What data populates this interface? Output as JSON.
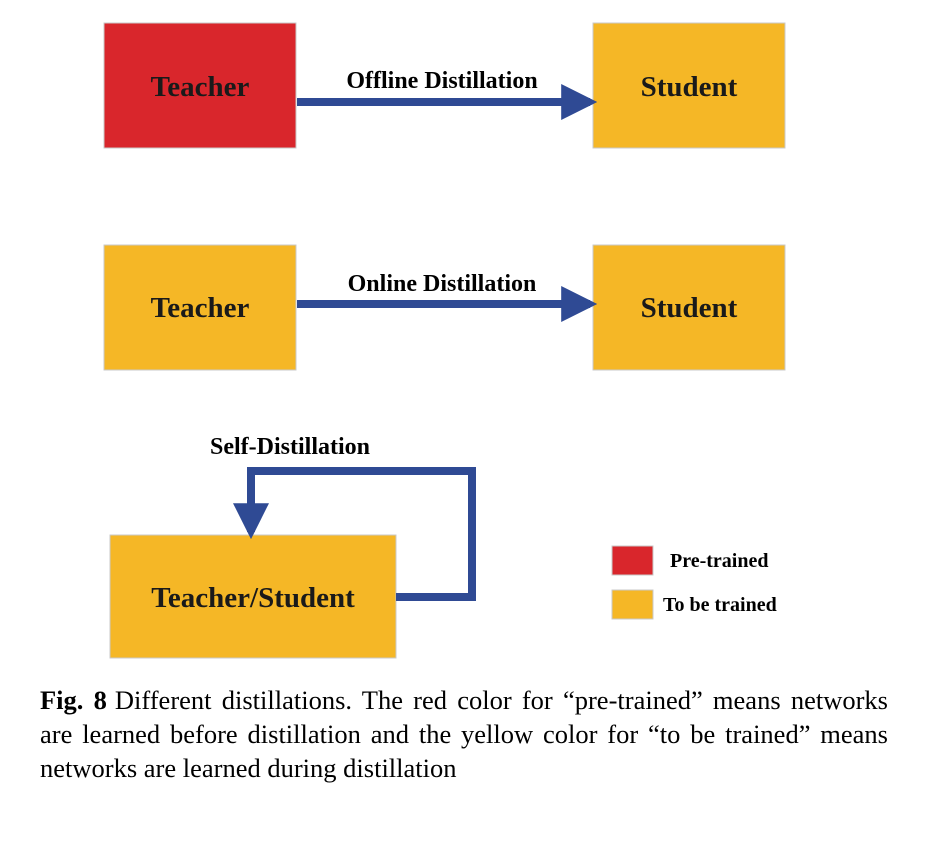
{
  "colors": {
    "pretrained": "#d9262c",
    "to_be_trained": "#f5b726",
    "arrow": "#2f4a94"
  },
  "offline": {
    "teacher_label": "Teacher",
    "student_label": "Student",
    "edge_label": "Offline Distillation"
  },
  "online": {
    "teacher_label": "Teacher",
    "student_label": "Student",
    "edge_label": "Online Distillation"
  },
  "self": {
    "node_label": "Teacher/Student",
    "edge_label": "Self-Distillation"
  },
  "legend": {
    "pretrained_label": "Pre-trained",
    "to_be_trained_label": "To be trained"
  },
  "caption": {
    "fig_label": "Fig. 8",
    "text": "Different distillations. The red color for “pre-trained” means networks are learned before distillation and the yellow color for “to be trained” means networks are learned during distillation"
  }
}
